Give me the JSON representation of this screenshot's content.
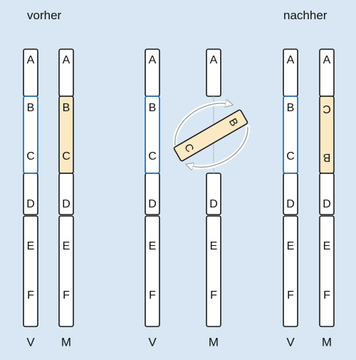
{
  "headers": {
    "before": "vorher",
    "after": "nachher"
  },
  "segments": [
    "A",
    "B",
    "C",
    "D",
    "E",
    "F"
  ],
  "chromosome_labels": {
    "v": "V",
    "m": "M"
  },
  "groups": [
    {
      "name": "before",
      "chromosomes": [
        {
          "label": "V",
          "highlight": "normal-outline",
          "order": [
            "A",
            "B",
            "C",
            "D",
            "E",
            "F"
          ]
        },
        {
          "label": "M",
          "highlight": "filled",
          "order": [
            "A",
            "B",
            "C",
            "D",
            "E",
            "F"
          ]
        }
      ]
    },
    {
      "name": "during",
      "chromosomes": [
        {
          "label": "V",
          "highlight": "normal-outline",
          "order": [
            "A",
            "B",
            "C",
            "D",
            "E",
            "F"
          ]
        },
        {
          "label": "M",
          "highlight": "excised-rotating",
          "order": [
            "A",
            "C",
            "B",
            "D",
            "E",
            "F"
          ]
        }
      ]
    },
    {
      "name": "after",
      "chromosomes": [
        {
          "label": "V",
          "highlight": "normal-outline",
          "order": [
            "A",
            "B",
            "C",
            "D",
            "E",
            "F"
          ]
        },
        {
          "label": "M",
          "highlight": "filled-inverted",
          "order": [
            "A",
            "C",
            "B",
            "D",
            "E",
            "F"
          ]
        }
      ]
    }
  ],
  "colors": {
    "background": "#d8e7f3",
    "chromosome_fill": "#ffffff",
    "chromosome_outline": "#1a1a1a",
    "highlight_outline": "#2a6fb5",
    "inverted_fill": "#fbe9c4",
    "rotation_arrow": "#9aa0a6"
  },
  "icons": {
    "rotation": "rotation-arrows-icon"
  }
}
